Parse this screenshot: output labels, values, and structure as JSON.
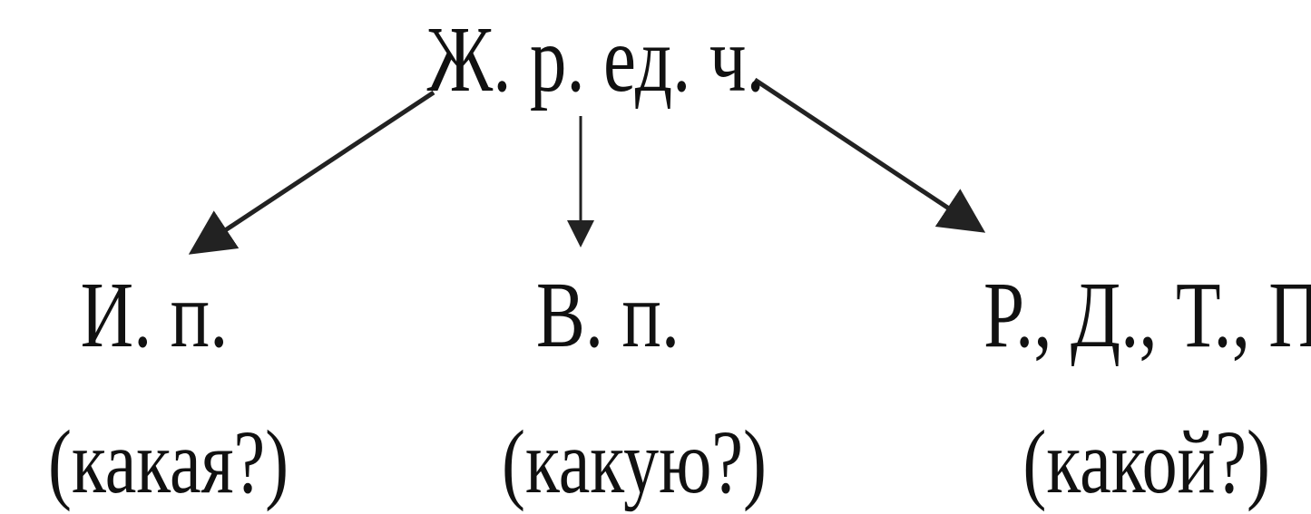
{
  "root": {
    "label": "Ж. р. ед. ч."
  },
  "branches": [
    {
      "case": "И. п.",
      "question": "(какая?)"
    },
    {
      "case": "В. п.",
      "question": "(какую?)"
    },
    {
      "case": "Р., Д., Т., П.",
      "question": "(какой?)"
    }
  ],
  "colors": {
    "text": "#111111",
    "arrow": "#222222",
    "background": "#ffffff"
  }
}
